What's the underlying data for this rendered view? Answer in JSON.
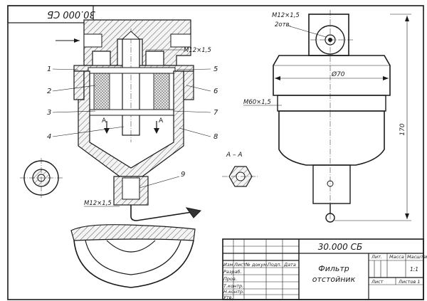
{
  "sheet": {
    "stamp_code": "30.000 СБ",
    "title_code": "30.000 СБ",
    "title_line1": "Фильтр",
    "title_line2": "отстойник"
  },
  "callouts": [
    "1",
    "2",
    "3",
    "4",
    "5",
    "6",
    "7",
    "8",
    "9"
  ],
  "dimensions": {
    "thread_top": "M12×1,5",
    "thread_bottom": "M12×1,5",
    "thread_side": "M12×1,5",
    "holes_note": "2отв.",
    "thread_body": "M60×1,5",
    "diameter": "Ø70",
    "height": "170",
    "section_label": "A",
    "section_title": "A – A"
  },
  "title_block": {
    "headers": [
      "Изм",
      "Лист",
      "№ докум.",
      "Подп.",
      "Дата"
    ],
    "rows": [
      "Разраб.",
      "Пров.",
      "Т.контр.",
      "Н.контр.",
      "Утв."
    ],
    "lit_label": "Лит.",
    "mass_label": "Масса",
    "scale_label": "Масштаб",
    "scale_value": "1:1",
    "sheet_label": "Лист",
    "sheets_label": "Листов 1"
  }
}
